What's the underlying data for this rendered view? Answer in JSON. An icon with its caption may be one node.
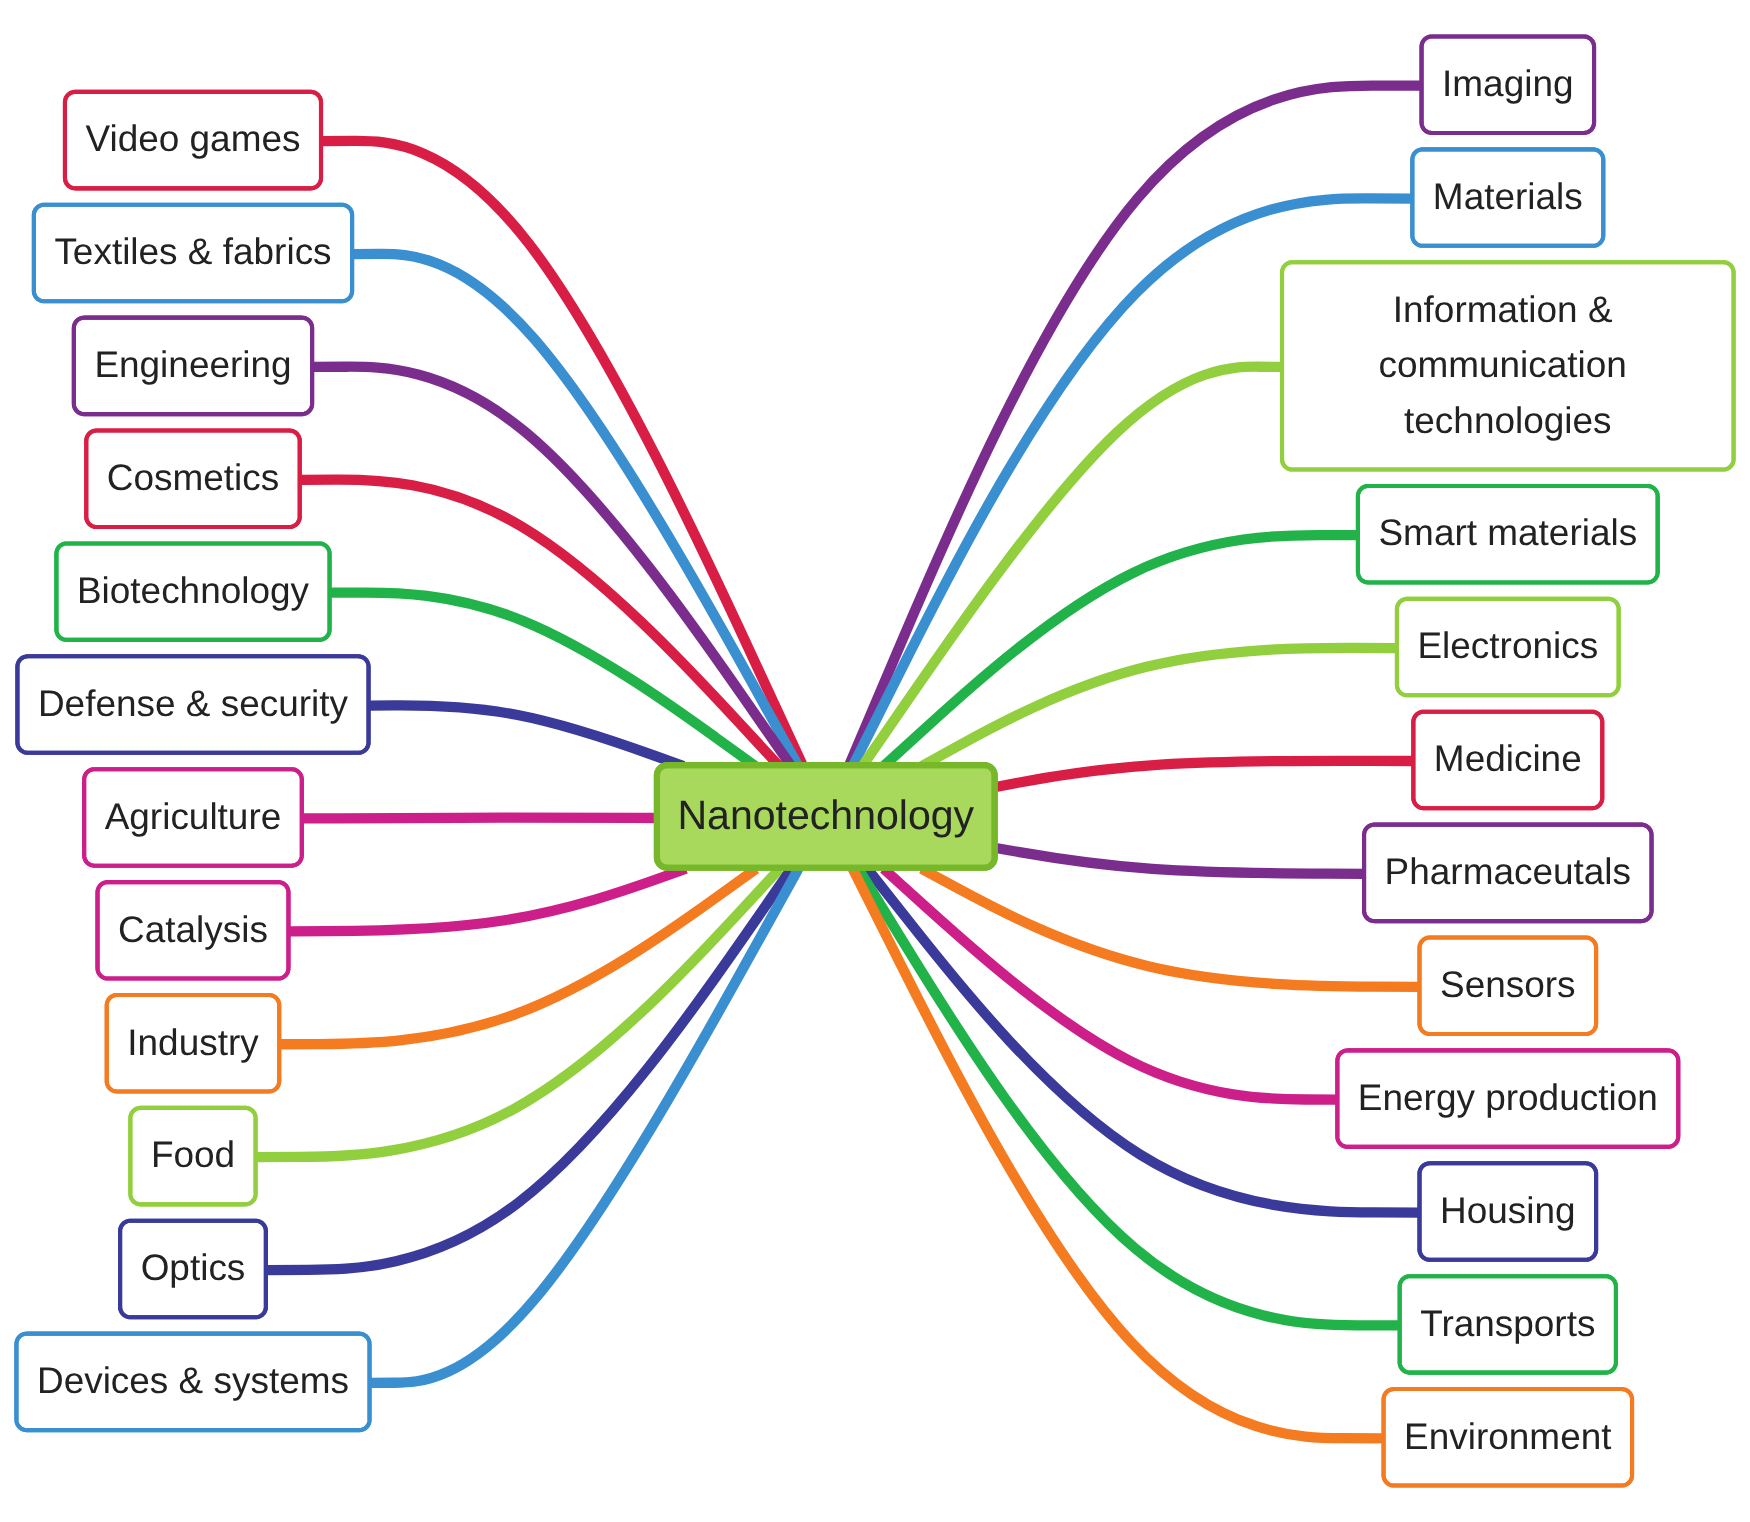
{
  "diagram": {
    "nodes": [
      {
        "text": [
          "Nanotechnology"
        ]
      },
      {
        "text": [
          "Imaging"
        ]
      },
      {
        "text": [
          "Video games"
        ]
      },
      {
        "text": [
          "Materials"
        ]
      },
      {
        "text": [
          "Textiles & fabrics"
        ]
      },
      {
        "text": [
          "Information & communication technologies"
        ]
      },
      {
        "text": [
          "Engineering"
        ]
      },
      {
        "text": [
          "Smart materials"
        ]
      },
      {
        "text": [
          "Cosmetics"
        ]
      },
      {
        "text": [
          "Electronics"
        ]
      },
      {
        "text": [
          "Biotechnology"
        ]
      },
      {
        "text": [
          "Medicine"
        ]
      },
      {
        "text": [
          "Defense & security"
        ]
      },
      {
        "text": [
          "Pharmaceutals"
        ]
      },
      {
        "text": [
          "Agriculture"
        ]
      },
      {
        "text": [
          "Sensors"
        ]
      },
      {
        "text": [
          "Catalysis"
        ]
      },
      {
        "text": [
          "Energy production"
        ]
      },
      {
        "text": [
          "Industry"
        ]
      },
      {
        "text": [
          "Housing"
        ]
      },
      {
        "text": [
          "Food"
        ]
      },
      {
        "text": [
          "Transports"
        ]
      },
      {
        "text": [
          "Optics"
        ]
      },
      {
        "text": [
          "Environment"
        ]
      },
      {
        "text": [
          "Devices & systems"
        ]
      }
    ],
    "edges": [
      {
        "from": 0,
        "to": 1,
        "arrow": "none",
        "color": "#7b2d8e"
      },
      {
        "from": 2,
        "to": 0,
        "arrow": "none",
        "color": "#d91e45"
      },
      {
        "from": 0,
        "to": 3,
        "arrow": "none",
        "color": "#3a8fd0"
      },
      {
        "from": 4,
        "to": 0,
        "arrow": "none",
        "color": "#3a8fd0"
      },
      {
        "from": 0,
        "to": 5,
        "arrow": "none",
        "color": "#92cf3f"
      },
      {
        "from": 6,
        "to": 0,
        "arrow": "none",
        "color": "#7b2d8e"
      },
      {
        "from": 0,
        "to": 7,
        "arrow": "none",
        "color": "#21b34a"
      },
      {
        "from": 8,
        "to": 0,
        "arrow": "none",
        "color": "#d91e45"
      },
      {
        "from": 0,
        "to": 9,
        "arrow": "none",
        "color": "#92cf3f"
      },
      {
        "from": 10,
        "to": 0,
        "arrow": "none",
        "color": "#21b34a"
      },
      {
        "from": 0,
        "to": 11,
        "arrow": "none",
        "color": "#d91e45"
      },
      {
        "from": 12,
        "to": 0,
        "arrow": "none",
        "color": "#3a3a9a"
      },
      {
        "from": 0,
        "to": 13,
        "arrow": "none",
        "color": "#7b2d8e"
      },
      {
        "from": 14,
        "to": 0,
        "arrow": "none",
        "color": "#cc1f8a"
      },
      {
        "from": 0,
        "to": 15,
        "arrow": "none",
        "color": "#f47b20"
      },
      {
        "from": 16,
        "to": 0,
        "arrow": "none",
        "color": "#cc1f8a"
      },
      {
        "from": 0,
        "to": 17,
        "arrow": "none",
        "color": "#cc1f8a"
      },
      {
        "from": 18,
        "to": 0,
        "arrow": "none",
        "color": "#f47b20"
      },
      {
        "from": 0,
        "to": 19,
        "arrow": "none",
        "color": "#3a3a9a"
      },
      {
        "from": 20,
        "to": 0,
        "arrow": "none",
        "color": "#92cf3f"
      },
      {
        "from": 0,
        "to": 21,
        "arrow": "none",
        "color": "#21b34a"
      },
      {
        "from": 22,
        "to": 0,
        "arrow": "none",
        "color": "#3a3a9a"
      },
      {
        "from": 0,
        "to": 23,
        "arrow": "none",
        "color": "#f47b20"
      },
      {
        "from": 24,
        "to": 0,
        "arrow": "none",
        "color": "#3a8fd0"
      }
    ]
  }
}
